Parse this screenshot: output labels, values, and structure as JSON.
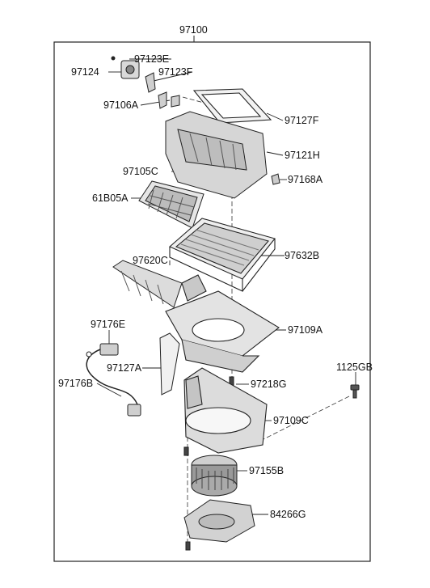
{
  "assembly_label": "97100",
  "parts": [
    {
      "id": "p-97123e",
      "label": "97123E"
    },
    {
      "id": "p-97124",
      "label": "97124"
    },
    {
      "id": "p-97123f",
      "label": "97123F"
    },
    {
      "id": "p-97106a",
      "label": "97106A"
    },
    {
      "id": "p-97127f",
      "label": "97127F"
    },
    {
      "id": "p-97121h",
      "label": "97121H"
    },
    {
      "id": "p-97105c",
      "label": "97105C"
    },
    {
      "id": "p-97168a",
      "label": "97168A"
    },
    {
      "id": "p-61b05a",
      "label": "61B05A"
    },
    {
      "id": "p-97632b",
      "label": "97632B"
    },
    {
      "id": "p-97620c",
      "label": "97620C"
    },
    {
      "id": "p-97109a",
      "label": "97109A"
    },
    {
      "id": "p-97176e",
      "label": "97176E"
    },
    {
      "id": "p-97127a",
      "label": "97127A"
    },
    {
      "id": "p-97218g",
      "label": "97218G"
    },
    {
      "id": "p-97176b",
      "label": "97176B"
    },
    {
      "id": "p-1125gb",
      "label": "1125GB"
    },
    {
      "id": "p-97109c",
      "label": "97109C"
    },
    {
      "id": "p-97155b",
      "label": "97155B"
    },
    {
      "id": "p-84266g",
      "label": "84266G"
    }
  ]
}
